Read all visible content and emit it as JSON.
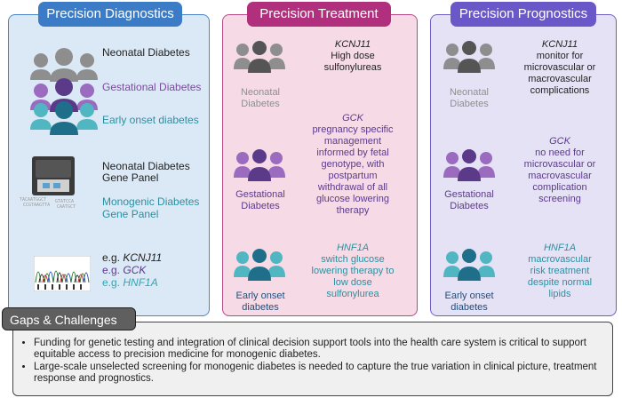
{
  "diagnostics": {
    "title": "Precision Diagnostics",
    "neonatal": "Neonatal Diabetes",
    "gestational": "Gestational Diabetes",
    "early": "Early onset diabetes",
    "panel1_line1": "Neonatal Diabetes",
    "panel1_line2": "Gene Panel",
    "panel2_line1": "Monogenic Diabetes",
    "panel2_line2": "Gene Panel",
    "eg": "e.g.",
    "gene1": "KCNJ11",
    "gene2": "GCK",
    "gene3": "HNF1A"
  },
  "treatment": {
    "title": "Precision Treatment",
    "row1": {
      "label_l1": "Neonatal",
      "label_l2": "Diabetes",
      "gene": "KCNJ11",
      "text": [
        "High dose",
        "sulfonylureas"
      ]
    },
    "row2": {
      "label_l1": "Gestational",
      "label_l2": "Diabetes",
      "gene": "GCK",
      "text": [
        "pregnancy specific",
        "management",
        "informed by fetal",
        "genotype, with",
        "postpartum",
        "withdrawal of all",
        "glucose lowering",
        "therapy"
      ]
    },
    "row3": {
      "label_l1": "Early onset",
      "label_l2": "diabetes",
      "gene": "HNF1A",
      "text": [
        "switch glucose",
        "lowering therapy to",
        "low dose",
        "sulfonylurea"
      ]
    }
  },
  "prognostics": {
    "title": "Precision Prognostics",
    "row1": {
      "label_l1": "Neonatal",
      "label_l2": "Diabetes",
      "gene": "KCNJ11",
      "text": [
        "monitor for",
        "microvascular or",
        "macrovascular",
        "complications"
      ]
    },
    "row2": {
      "label_l1": "Gestational",
      "label_l2": "Diabetes",
      "gene": "GCK",
      "text": [
        "no need for",
        "microvascular or",
        "macrovascular",
        "complication",
        "screening"
      ]
    },
    "row3": {
      "label_l1": "Early onset",
      "label_l2": "diabetes",
      "gene": "HNF1A",
      "text": [
        "macrovascular",
        "risk treatment",
        "despite normal",
        "lipids"
      ]
    }
  },
  "gaps": {
    "title": "Gaps & Challenges",
    "items": [
      "Funding for genetic testing and integration of clinical decision support tools into the health care system is critical to support equitable access to precision medicine for monogenic diabetes.",
      "Large-scale unselected screening for monogenic diabetes is needed to capture the true variation in clinical picture, treatment response and prognostics."
    ]
  },
  "colors": {
    "grey": "#8e8e8e",
    "purple": "#7b4a9e",
    "teal": "#2a90a0",
    "navy": "#1f4e7a",
    "gene_purple": "#5a3a8a",
    "gene_teal": "#35a3b0"
  },
  "icons": [
    "people-group-icon",
    "sequencer-machine-icon",
    "chromatogram-icon"
  ]
}
